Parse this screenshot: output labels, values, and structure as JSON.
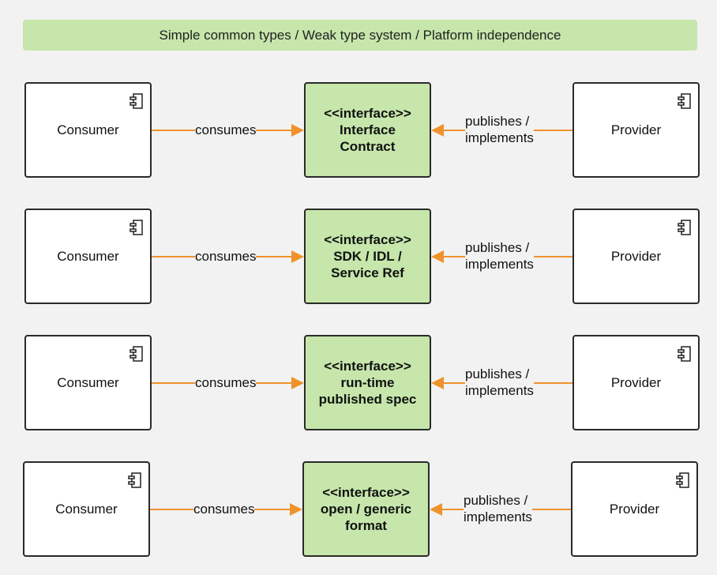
{
  "banner": {
    "text": "Simple common types / Weak type system / Platform independence"
  },
  "colors": {
    "accent_green": "#c6e6ab",
    "connector_orange": "#f0922c",
    "background": "#f2f2f2"
  },
  "icons": {
    "component": "component-icon"
  },
  "rows": [
    {
      "consumer": "Consumer",
      "consumes_label": "consumes",
      "interface": {
        "stereotype": "<<interface>>",
        "line1": "Interface",
        "line2": "Contract"
      },
      "publishes_label": {
        "line1": "publishes /",
        "line2": "implements"
      },
      "provider": "Provider"
    },
    {
      "consumer": "Consumer",
      "consumes_label": "consumes",
      "interface": {
        "stereotype": "<<interface>>",
        "line1": "SDK / IDL /",
        "line2": "Service Ref"
      },
      "publishes_label": {
        "line1": "publishes /",
        "line2": "implements"
      },
      "provider": "Provider"
    },
    {
      "consumer": "Consumer",
      "consumes_label": "consumes",
      "interface": {
        "stereotype": "<<interface>>",
        "line1": "run-time",
        "line2": "published spec"
      },
      "publishes_label": {
        "line1": "publishes /",
        "line2": "implements"
      },
      "provider": "Provider"
    },
    {
      "consumer": "Consumer",
      "consumes_label": "consumes",
      "interface": {
        "stereotype": "<<interface>>",
        "line1": "open / generic",
        "line2": "format"
      },
      "publishes_label": {
        "line1": "publishes /",
        "line2": "implements"
      },
      "provider": "Provider"
    }
  ]
}
